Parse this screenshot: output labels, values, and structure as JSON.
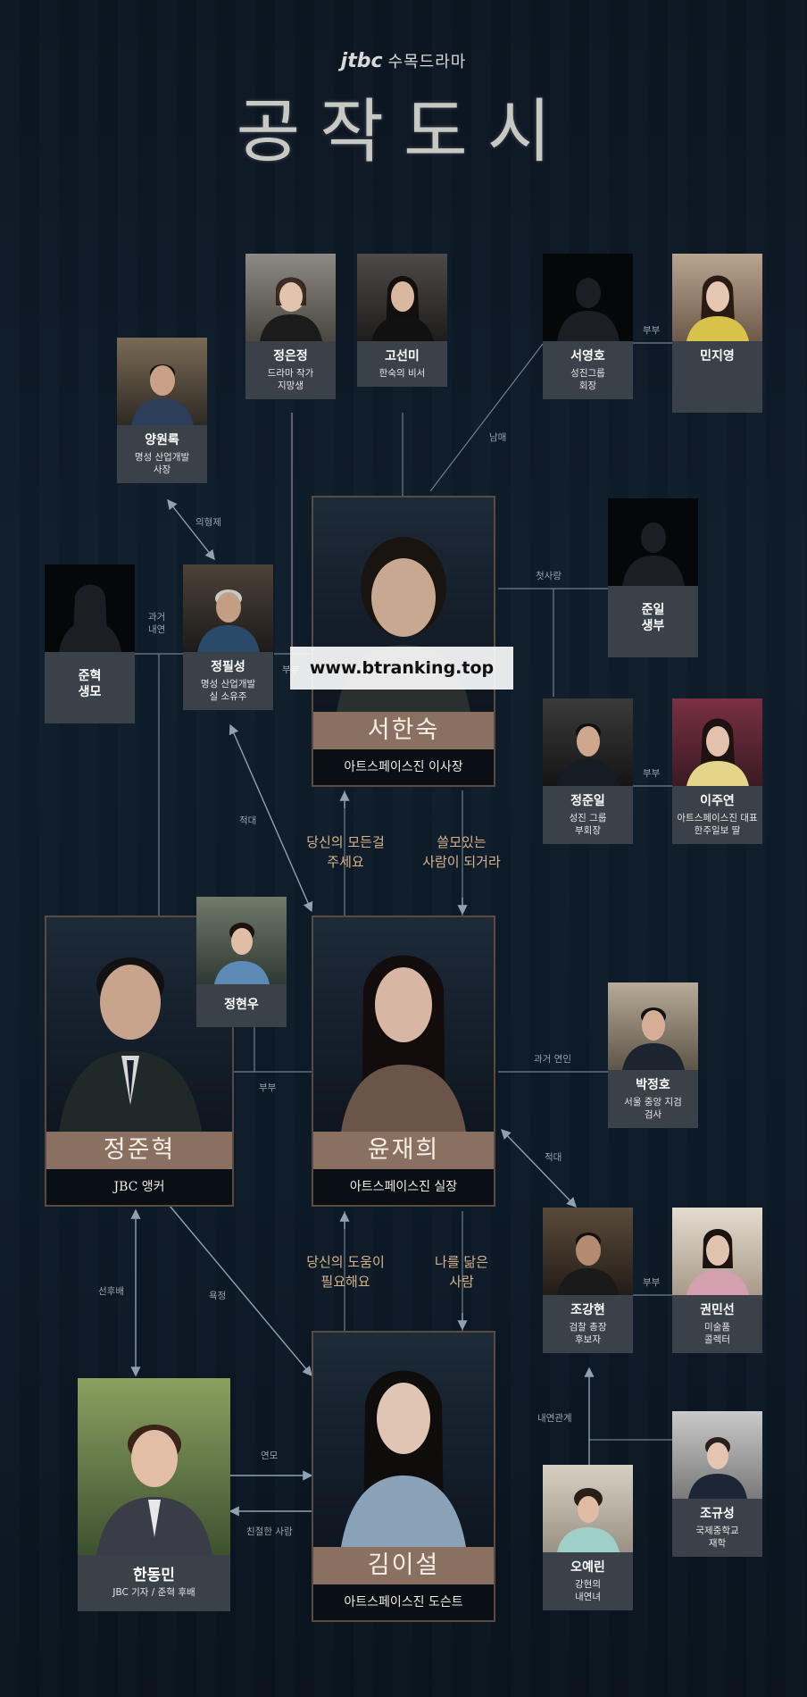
{
  "header": {
    "brand": "jtbc",
    "subtitle": "수목드라마",
    "title": "공작도시"
  },
  "watermark": "www.btranking.top",
  "main_characters": [
    {
      "name": "서한숙",
      "role": "아트스페이스진 이사장"
    },
    {
      "name": "윤재희",
      "role": "아트스페이스진 실장"
    },
    {
      "name": "정준혁",
      "role": "JBC 앵커"
    },
    {
      "name": "김이설",
      "role": "아트스페이스진 도슨트"
    }
  ],
  "cards": [
    {
      "name": "정은정",
      "role": "드라마 작가\n지망생"
    },
    {
      "name": "고선미",
      "role": "한숙의 비서"
    },
    {
      "name": "서영호",
      "role": "성진그룹\n회장"
    },
    {
      "name": "민지영",
      "role": ""
    },
    {
      "name": "양원록",
      "role": "명성 산업개발\n사장"
    },
    {
      "name": "준일\n생부",
      "role": ""
    },
    {
      "name": "준혁\n생모",
      "role": ""
    },
    {
      "name": "정필성",
      "role": "명성 산업개발\n실 소유주"
    },
    {
      "name": "정준일",
      "role": "성진 그룹\n부회장"
    },
    {
      "name": "이주연",
      "role": "아트스페이스진 대표\n한주일보 딸"
    },
    {
      "name": "정현우",
      "role": ""
    },
    {
      "name": "박정호",
      "role": "서울 중앙 지검\n검사"
    },
    {
      "name": "조강현",
      "role": "검찰 총장\n후보자"
    },
    {
      "name": "권민선",
      "role": "미술품\n콜렉터"
    },
    {
      "name": "조규성",
      "role": "국제중학교\n재학"
    },
    {
      "name": "오예린",
      "role": "강현의\n내연녀"
    },
    {
      "name": "한동민",
      "role": "JBC 기자 / 준혁 후배"
    }
  ],
  "relations": {
    "r_bubu1": "부부",
    "r_nammae": "남매",
    "r_uihyeongje": "의형제",
    "r_cheotsarang": "첫사랑",
    "r_gwageo_naeyeon": "과거\n내연",
    "r_bubu2": "부부",
    "r_bubu3": "부부",
    "r_jeokdae1": "적대",
    "r_bubu4": "부부",
    "r_gwageo_yeonin": "과거 연인",
    "r_jeokdae2": "적대",
    "r_bubu5": "부부",
    "r_seonhubae": "선후배",
    "r_yokjeong": "욕정",
    "r_naeyeon": "내연관계",
    "r_yeonmo": "연모",
    "r_chinjeol": "친절한 사람"
  },
  "quotes": {
    "q1": "당신의 모든걸\n주세요",
    "q2": "쓸모있는\n사람이 되거라",
    "q3": "당신의 도움이\n필요해요",
    "q4": "나를 닮은\n사람"
  },
  "colors": {
    "line": "#6f7f8e",
    "pink_line": "#9c8a96",
    "arrow": "#8fa2b4",
    "quote": "#d8b48a",
    "name_bar": "#8a7060"
  }
}
